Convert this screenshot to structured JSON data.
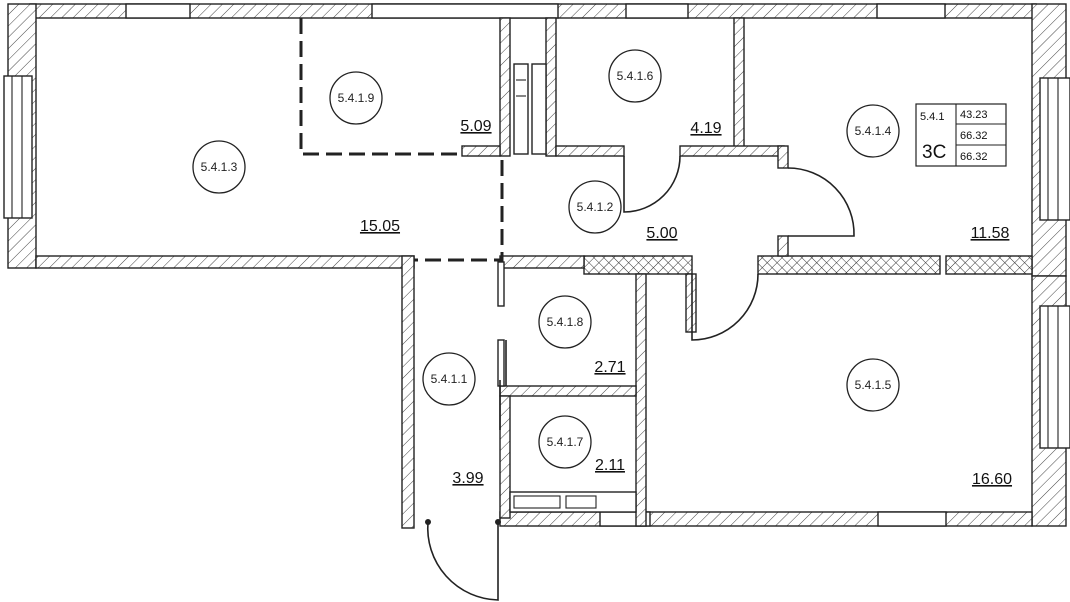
{
  "plan": {
    "rooms": [
      {
        "id": "5.4.1.3",
        "area": "15.05"
      },
      {
        "id": "5.4.1.9",
        "area": "5.09"
      },
      {
        "id": "5.4.1.6",
        "area": "4.19"
      },
      {
        "id": "5.4.1.4",
        "area": "11.58"
      },
      {
        "id": "5.4.1.2",
        "area": "5.00"
      },
      {
        "id": "5.4.1.8",
        "area": "2.71"
      },
      {
        "id": "5.4.1.1",
        "area": "3.99"
      },
      {
        "id": "5.4.1.7",
        "area": "2.11"
      },
      {
        "id": "5.4.1.5",
        "area": "16.60"
      }
    ],
    "info_box": {
      "apartment": "5.4.1",
      "type": "3C",
      "values": [
        "43.23",
        "66.32",
        "66.32"
      ]
    }
  }
}
